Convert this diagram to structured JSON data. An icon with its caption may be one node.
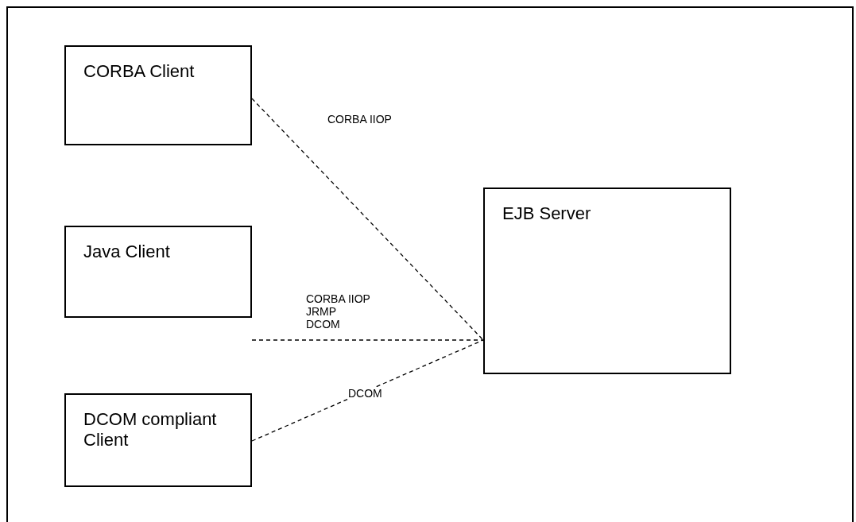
{
  "diagram": {
    "nodes": [
      {
        "text": [
          "CORBA Client"
        ]
      },
      {
        "text": [
          "Java Client"
        ]
      },
      {
        "text": [
          "DCOM compliant Client"
        ]
      },
      {
        "text": [
          "EJB Server"
        ]
      }
    ],
    "edges": [
      {
        "from": 0,
        "to": 3,
        "arrow": "none",
        "label": "CORBA IIOP",
        "style": "dashed"
      },
      {
        "from": 1,
        "to": 3,
        "arrow": "none",
        "label": "CORBA IIOP JRMP DCOM",
        "style": "dashed"
      },
      {
        "from": 2,
        "to": 3,
        "arrow": "none",
        "label": "DCOM",
        "style": "dashed"
      }
    ]
  }
}
